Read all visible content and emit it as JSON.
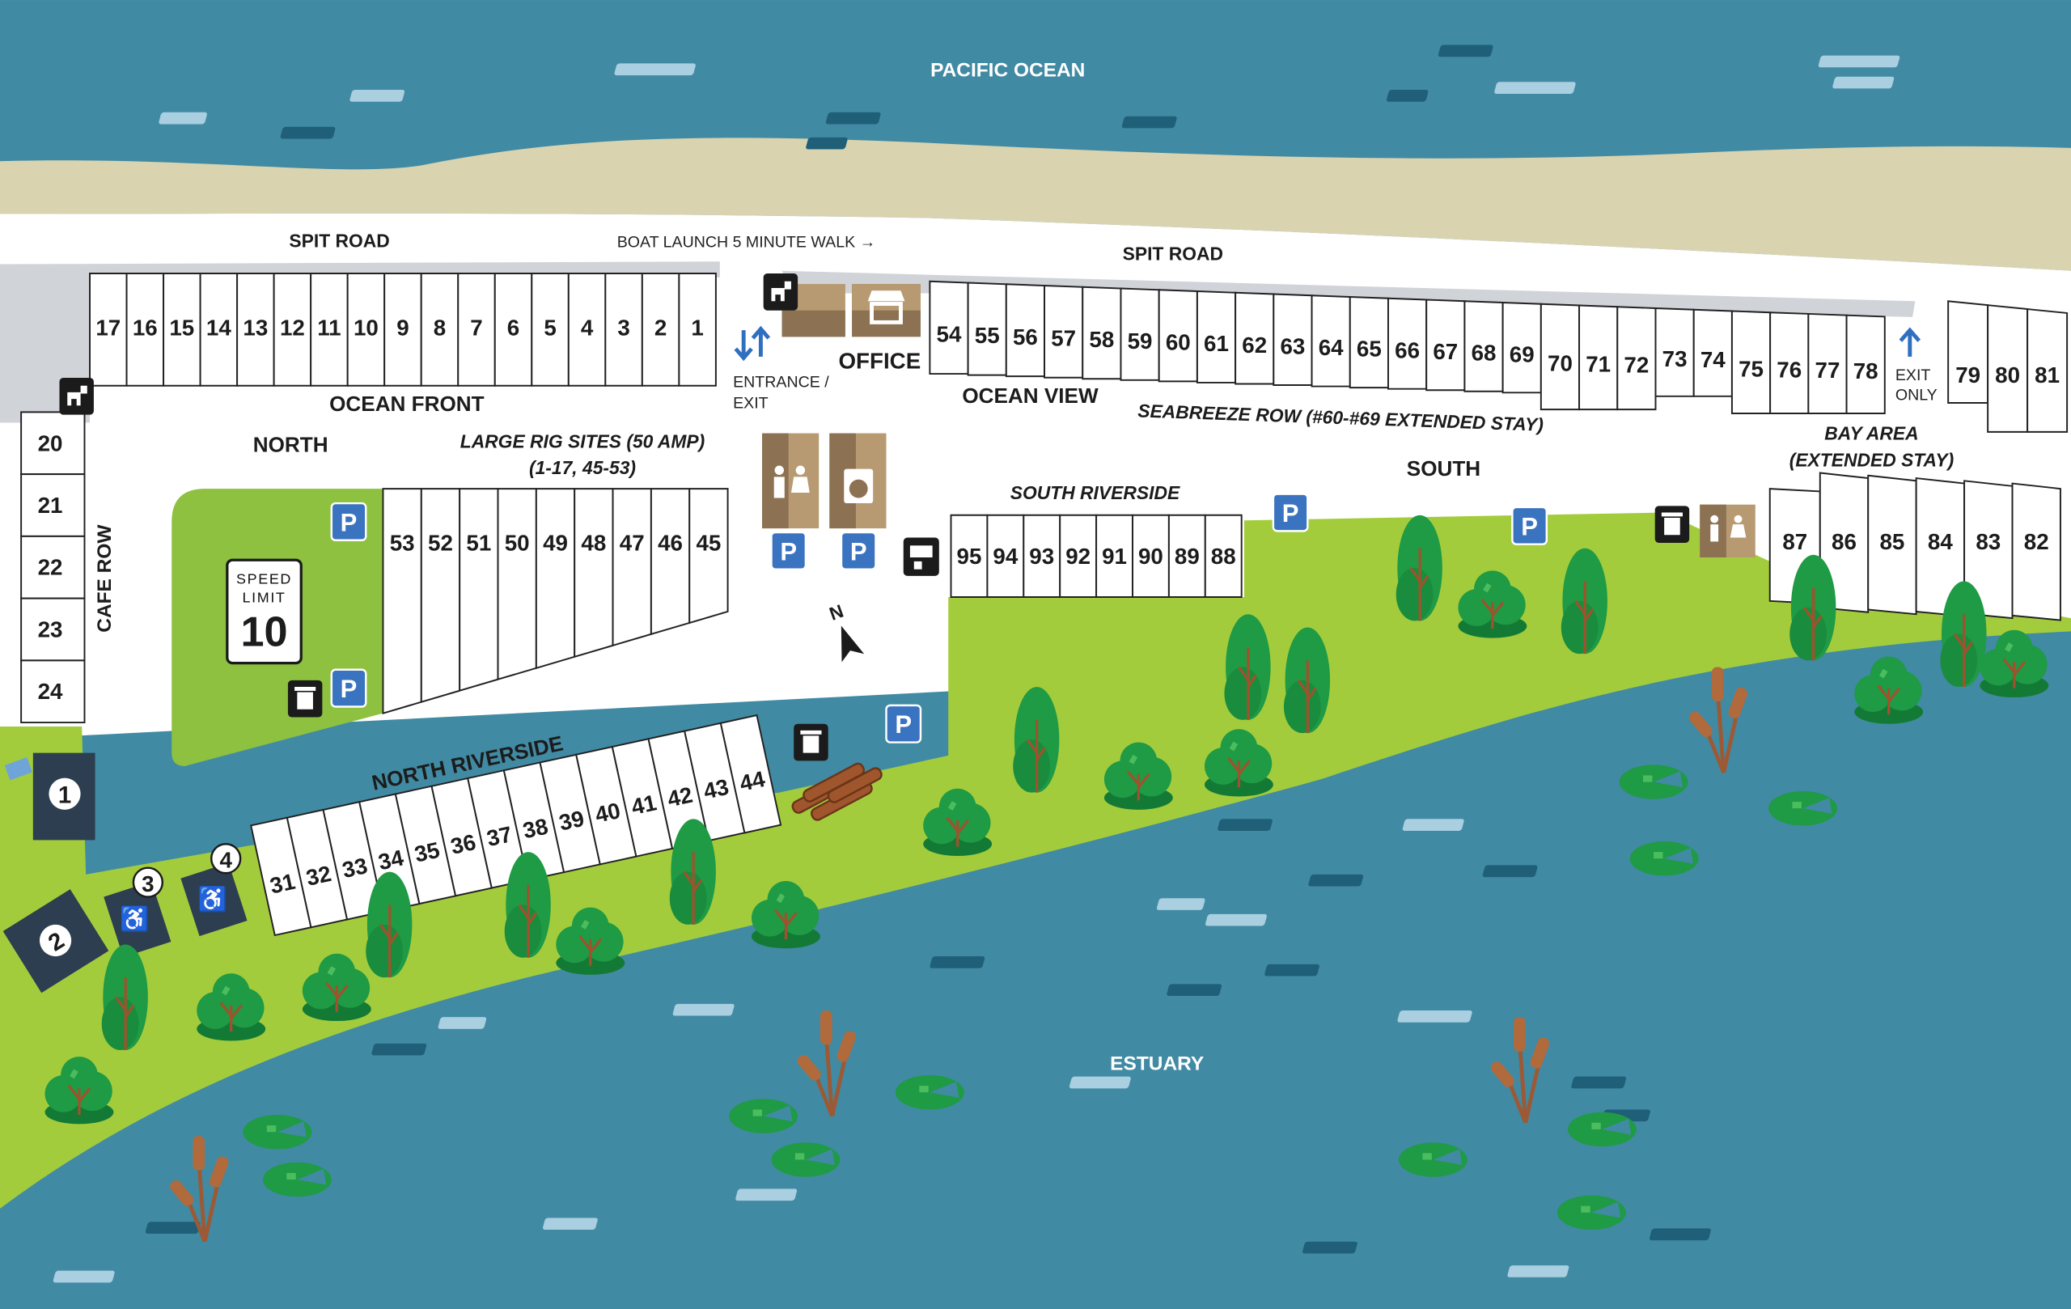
{
  "colors": {
    "water": "#418aa3",
    "water_dark": "#1f5f78",
    "water_light": "#a9cfe0",
    "sand": "#d9d3b0",
    "grass": "#a3cc3c",
    "grass_dark": "#8dc13f",
    "road": "#d0d3d8",
    "tree": "#1f9a45",
    "tree_light": "#35b054",
    "building": "#b89a72",
    "building_dark": "#8c7252",
    "cabin": "#2c3e50",
    "parking": "#3a73c0"
  },
  "labels": {
    "pacific_ocean": "PACIFIC OCEAN",
    "spit_road_left": "SPIT ROAD",
    "spit_road_right": "SPIT ROAD",
    "boat_launch": "BOAT LAUNCH 5 MINUTE WALK →",
    "ocean_front": "OCEAN FRONT",
    "north": "NORTH",
    "large_rig_1": "LARGE RIG SITES (50 AMP)",
    "large_rig_2": "(1-17, 45-53)",
    "cafe_row": "CAFE ROW",
    "entrance_1": "ENTRANCE /",
    "entrance_2": "EXIT",
    "office": "OFFICE",
    "ocean_view": "OCEAN VIEW",
    "seabreeze": "SEABREEZE ROW (#60-#69 EXTENDED STAY)",
    "south": "SOUTH",
    "south_riverside": "SOUTH RIVERSIDE",
    "bay_area_1": "BAY AREA",
    "bay_area_2": "(EXTENDED STAY)",
    "exit_only_1": "EXIT",
    "exit_only_2": "ONLY",
    "north_riverside": "NORTH RIVERSIDE",
    "estuary": "ESTUARY",
    "compass": "N",
    "parking": "P"
  },
  "speed_limit": {
    "line1": "SPEED",
    "line2": "LIMIT",
    "value": "10"
  },
  "cabins": [
    "1",
    "2",
    "3",
    "4"
  ],
  "sites": {
    "ocean_front": [
      "17",
      "16",
      "15",
      "14",
      "13",
      "12",
      "11",
      "10",
      "9",
      "8",
      "7",
      "6",
      "5",
      "4",
      "3",
      "2",
      "1"
    ],
    "cafe_row": [
      "20",
      "21",
      "22",
      "23",
      "24"
    ],
    "large_rig": [
      "53",
      "52",
      "51",
      "50",
      "49",
      "48",
      "47",
      "46",
      "45"
    ],
    "north_riverside": [
      "31",
      "32",
      "33",
      "34",
      "35",
      "36",
      "37",
      "38",
      "39",
      "40",
      "41",
      "42",
      "43",
      "44"
    ],
    "ocean_view": [
      "54",
      "55",
      "56",
      "57",
      "58",
      "59",
      "60",
      "61",
      "62",
      "63",
      "64",
      "65",
      "66",
      "67",
      "68",
      "69",
      "70",
      "71",
      "72",
      "73",
      "74",
      "75",
      "76",
      "77",
      "78"
    ],
    "far_east": [
      "79",
      "80",
      "81"
    ],
    "bay_area": [
      "87",
      "86",
      "85",
      "84",
      "83",
      "82"
    ],
    "south_riverside": [
      "95",
      "94",
      "93",
      "92",
      "91",
      "90",
      "89",
      "88"
    ]
  },
  "icons": [
    "dog-park-icon",
    "office-icon",
    "restroom-icon",
    "laundry-icon",
    "parking-icon",
    "trash-icon",
    "dump-station-icon",
    "accessible-icon",
    "entrance-arrows-icon",
    "exit-arrow-icon",
    "compass-icon",
    "firewood-icon",
    "tree-icon",
    "cattail-icon",
    "lily-pad-icon"
  ]
}
